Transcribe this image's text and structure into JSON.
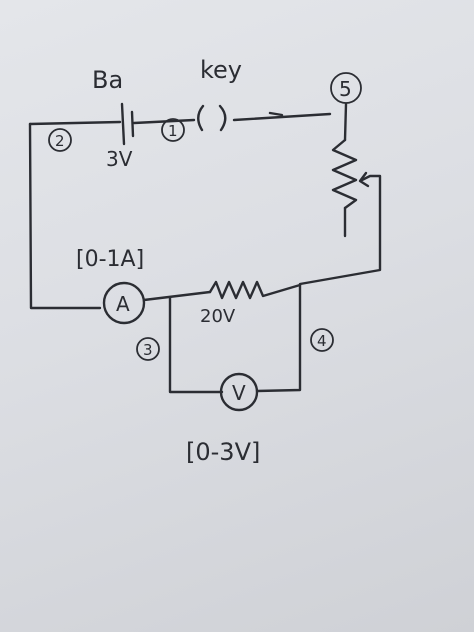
{
  "labels": {
    "battery": "Ba",
    "key": "key",
    "voltage": "3V",
    "ammeter_range": "[0-1A]",
    "resistor": "20V",
    "voltmeter_range": "[0-3V]",
    "ammeter_symbol": "A",
    "voltmeter_symbol": "V"
  },
  "nodes": [
    "1",
    "2",
    "3",
    "4",
    "5"
  ]
}
